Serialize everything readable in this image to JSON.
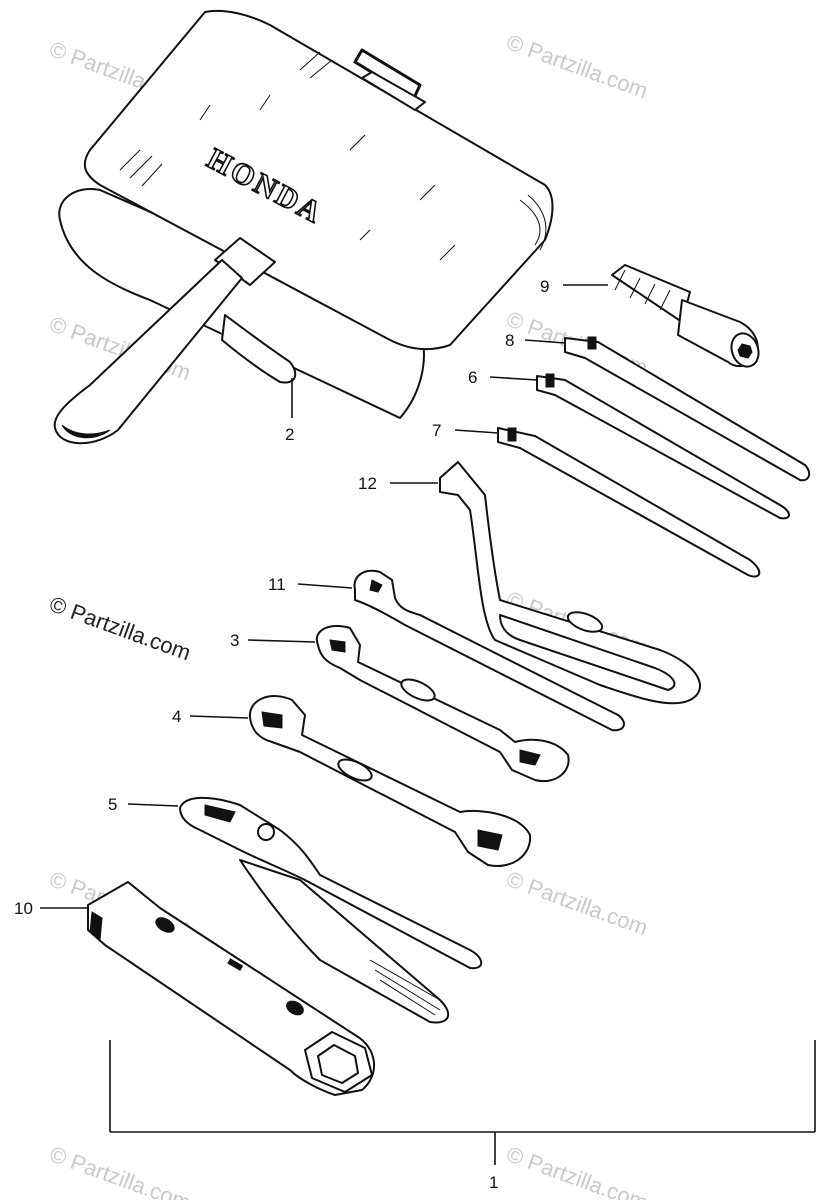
{
  "brand": "HONDA",
  "watermarks": {
    "faint": "© Partzilla.com",
    "dark": "© Partzilla.com"
  },
  "callouts": {
    "c1": "1",
    "c2": "2",
    "c3": "3",
    "c4": "4",
    "c5": "5",
    "c6": "6",
    "c7": "7",
    "c8": "8",
    "c9": "9",
    "c10": "10",
    "c11": "11",
    "c12": "12"
  }
}
